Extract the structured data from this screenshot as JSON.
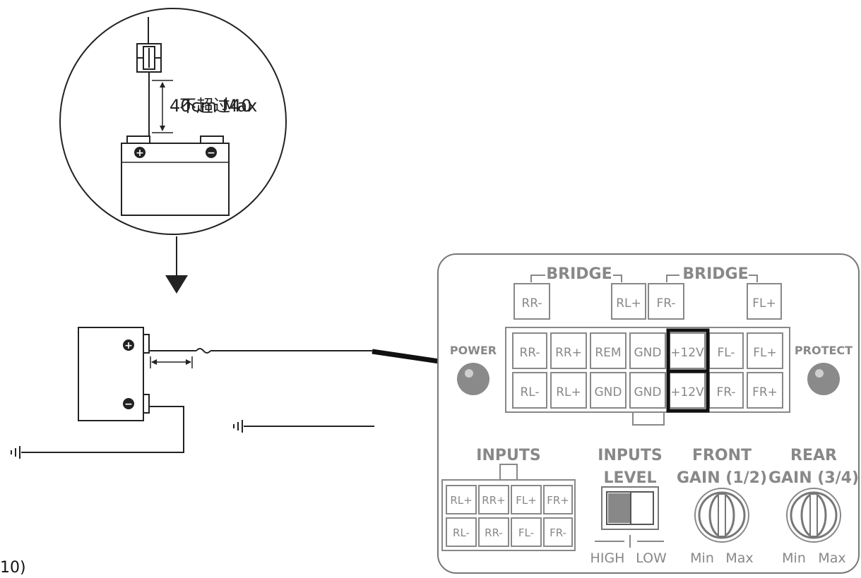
{
  "battery_detail": {
    "distance_label": "不超过40",
    "overlap_label": "40cm Max",
    "battery_pos_symbol": "+",
    "battery_neg_symbol": "−"
  },
  "device": {
    "pos_symbol": "+",
    "neg_symbol": "−"
  },
  "amp": {
    "bridge_left": "BRIDGE",
    "bridge_right": "BRIDGE",
    "bridge_pins": [
      "RR-",
      "RL+",
      "FR-",
      "FL+"
    ],
    "power_label": "POWER",
    "protect_label": "PROTECT",
    "connector_row1": [
      "RR-",
      "RR+",
      "REM",
      "GND",
      "+12V",
      "FL-",
      "FL+"
    ],
    "connector_row2": [
      "RL-",
      "RL+",
      "GND",
      "GND",
      "+12V",
      "FR-",
      "FR+"
    ],
    "inputs_label": "INPUTS",
    "inputs_row1": [
      "RL+",
      "RR+",
      "FL+",
      "FR+"
    ],
    "inputs_row2": [
      "RL-",
      "RR-",
      "FL-",
      "FR-"
    ],
    "inputs_level_line1": "INPUTS",
    "inputs_level_line2": "LEVEL",
    "switch_high": "HIGH",
    "switch_low": "LOW",
    "front_gain_line1": "FRONT",
    "front_gain_line2": "GAIN (1/2)",
    "rear_gain_line1": "REAR",
    "rear_gain_line2": "GAIN (3/4)",
    "min_label": "Min",
    "max_label": "Max"
  },
  "footnote": "10)"
}
